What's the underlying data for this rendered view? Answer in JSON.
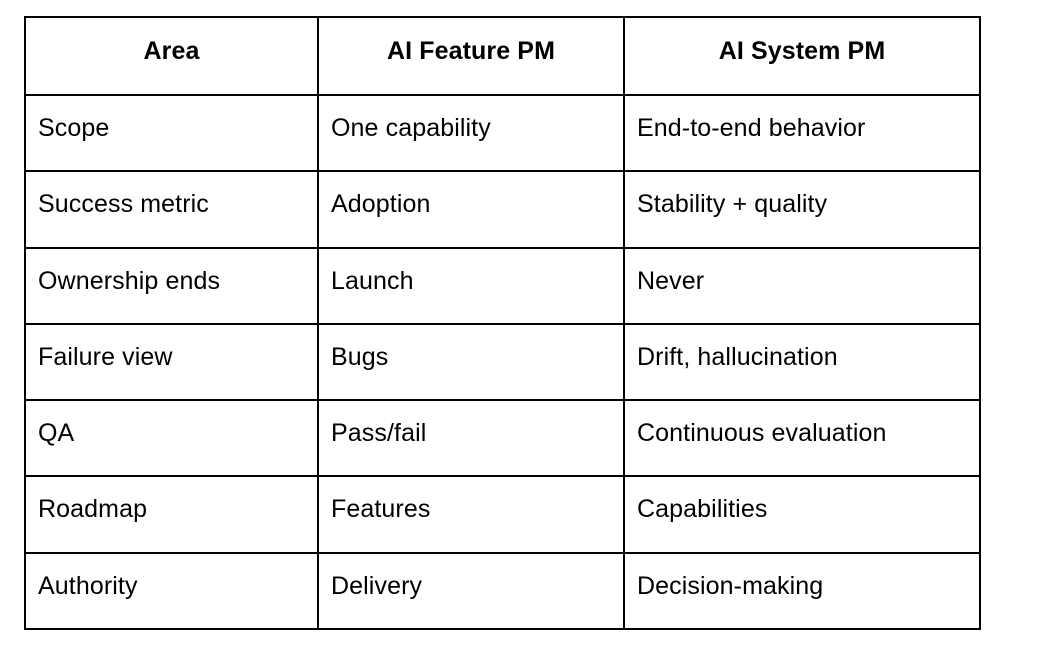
{
  "table": {
    "columns": [
      "Area",
      "AI Feature PM",
      "AI System PM"
    ],
    "rows": [
      [
        "Scope",
        "One capability",
        "End-to-end behavior"
      ],
      [
        "Success metric",
        "Adoption",
        "Stability + quality"
      ],
      [
        "Ownership ends",
        "Launch",
        "Never"
      ],
      [
        "Failure view",
        "Bugs",
        "Drift, hallucination"
      ],
      [
        "QA",
        "Pass/fail",
        "Continuous evaluation"
      ],
      [
        "Roadmap",
        "Features",
        "Capabilities"
      ],
      [
        "Authority",
        "Delivery",
        "Decision-making"
      ]
    ],
    "colors": {
      "border": "#000000",
      "text": "#000000",
      "background": "#ffffff"
    }
  }
}
